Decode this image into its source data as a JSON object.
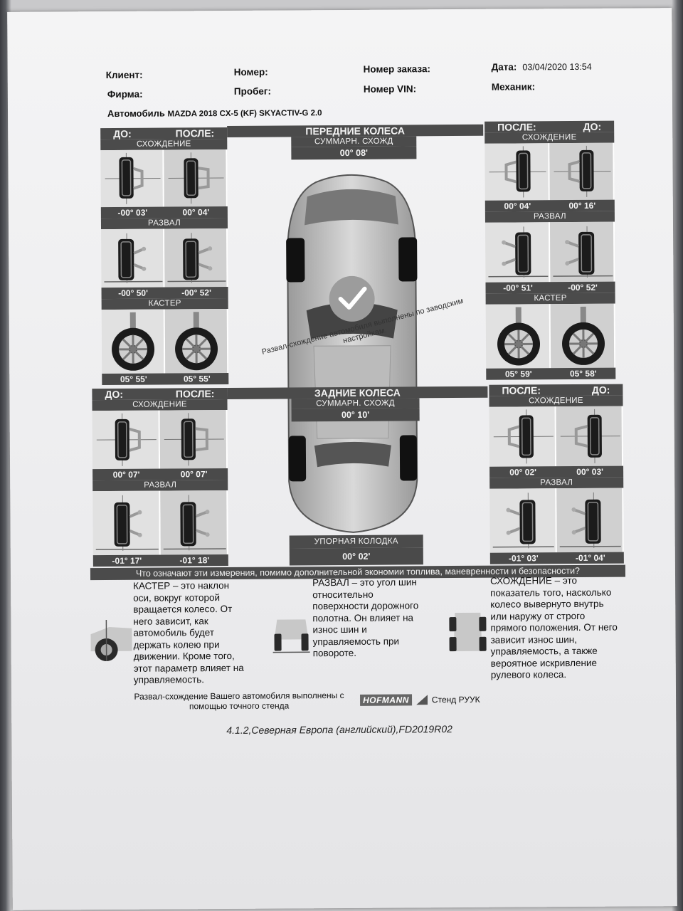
{
  "header": {
    "client_label": "Клиент:",
    "number_label": "Номер:",
    "order_label": "Номер заказа:",
    "date_label": "Дата:",
    "date_value": "03/04/2020 13:54",
    "company_label": "Фирма:",
    "mileage_label": "Пробег:",
    "vin_label": "Номер VIN:",
    "mechanic_label": "Механик:",
    "vehicle_label": "Автомобиль",
    "vehicle_value": "MAZDA 2018 CX-5 (KF) SKYACTIV-G 2.0"
  },
  "labels": {
    "before": "ДО:",
    "after": "ПОСЛЕ:",
    "toe": "СХОЖДЕНИЕ",
    "camber": "РАЗВАЛ",
    "caster": "КАСТЕР",
    "total_toe": "СУММАРН. СХОЖД",
    "thrust": "УПОРНАЯ КОЛОДКА"
  },
  "front": {
    "title": "ПЕРЕДНИЕ КОЛЕСА",
    "total_toe": "00° 08'",
    "left": {
      "toe": [
        "-00° 03'",
        "00° 04'"
      ],
      "camber": [
        "-00° 50'",
        "-00° 52'"
      ],
      "caster": [
        "05° 55'",
        "05° 55'"
      ]
    },
    "right": {
      "toe": [
        "00° 04'",
        "00° 16'"
      ],
      "camber": [
        "-00° 51'",
        "-00° 52'"
      ],
      "caster": [
        "05° 59'",
        "05° 58'"
      ]
    }
  },
  "rear": {
    "title": "ЗАДНИЕ КОЛЕСА",
    "total_toe": "00° 10'",
    "thrust": "00° 02'",
    "left": {
      "toe": [
        "00° 07'",
        "00° 07'"
      ],
      "camber": [
        "-01° 17'",
        "-01° 18'"
      ]
    },
    "right": {
      "toe": [
        "00° 02'",
        "00° 03'"
      ],
      "camber": [
        "-01° 03'",
        "-01° 04'"
      ]
    }
  },
  "watermark": "Развал-схождение автомобиля выполнены по заводским настройкам.",
  "question": "Что означают эти измерения, помимо дополнительной экономии топлива, маневренности и безопасности?",
  "explain": {
    "caster": [
      "КАСТЕР – это наклон",
      "оси, вокруг которой",
      "вращается колесо. От",
      "него зависит, как",
      "автомобиль будет",
      "держать колею при",
      "движении. Кроме того,",
      "этот параметр влияет на",
      "управляемость."
    ],
    "camber": [
      "РАЗВАЛ – это угол шин",
      "относительно",
      "поверхности дорожного",
      "полотна. Он влияет на",
      "износ шин и",
      "управляемость при",
      "повороте."
    ],
    "toe": [
      "СХОЖДЕНИЕ – это",
      "показатель того, насколько",
      "колесо вывернуто внутрь",
      "или наружу от строго",
      "прямого положения. От него",
      "зависит износ шин,",
      "управляемость, а также",
      "вероятное искривление",
      "рулевого колеса."
    ]
  },
  "footer": {
    "line1": "Развал-схождение Вашего автомобиля выполнены с",
    "line2": "помощью точного стенда",
    "brand": "HOFMANN",
    "stand": "Стенд РУУК",
    "version": "4.1.2,Северная Европа (английский),FD2019R02"
  },
  "colors": {
    "bar": "#4b4b4b",
    "paper": "#f0f0f1"
  }
}
